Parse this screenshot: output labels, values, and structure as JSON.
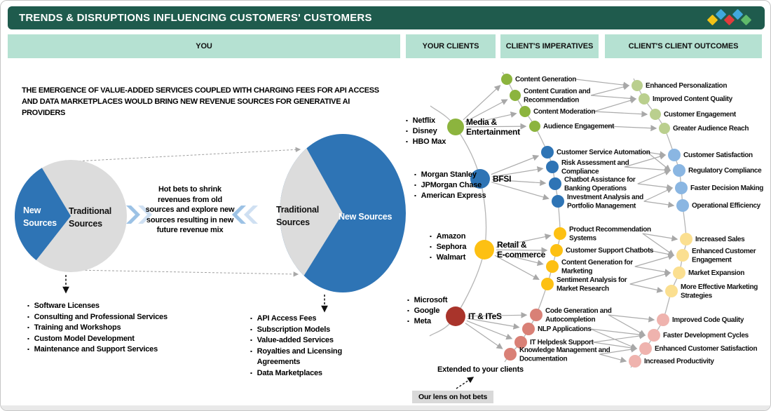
{
  "header": {
    "title": "TRENDS & DISRUPTIONS INFLUENCING CUSTOMERS' CUSTOMERS",
    "logo_colors": [
      "#f2c317",
      "#41a8dc",
      "#e23b3c",
      "#41a8dc",
      "#5fba6a"
    ]
  },
  "columns": [
    {
      "label": "YOU"
    },
    {
      "label": "YOUR CLIENTS"
    },
    {
      "label": "CLIENT'S IMPERATIVES"
    },
    {
      "label": "CLIENT'S CLIENT OUTCOMES"
    }
  ],
  "left_panel": {
    "headline": "THE EMERGENCE OF VALUE-ADDED SERVICES COUPLED WITH CHARGING FEES FOR API ACCESS AND DATA MARKETPLACES WOULD BRING NEW REVENUE SOURCES FOR GENERATIVE AI PROVIDERS",
    "pie_colors": {
      "new": "#2e74b5",
      "traditional": "#dcdcdc"
    },
    "pie_before": {
      "segments": [
        {
          "label": "New Sources",
          "share": 0.31
        },
        {
          "label": "Traditional Sources",
          "share": 0.69
        }
      ]
    },
    "pie_after": {
      "segments": [
        {
          "label": "New Sources",
          "share": 0.7
        },
        {
          "label": "Traditional Sources",
          "share": 0.3
        }
      ]
    },
    "transition_text": "Hot bets to shrink revenues from old sources and explore new sources resulting in new future revenue mix",
    "traditional_revenue_sources": [
      "Software Licenses",
      "Consulting and Professional Services",
      "Training and Workshops",
      "Custom Model Development",
      "Maintenance and Support Services"
    ],
    "new_revenue_sources": [
      "API Access Fees",
      "Subscription Models",
      "Value-added Services",
      "Royalties and Licensing Agreements",
      "Data Marketplaces"
    ]
  },
  "network": {
    "sectors": [
      {
        "name": "Media &\nEntertainment",
        "colors": {
          "main": "#8cb43e",
          "imperative": "#8cb43e",
          "outcome": "#bacf8e"
        },
        "clients": [
          "Netflix",
          "Disney",
          "HBO Max"
        ],
        "imperatives": [
          "Content Generation",
          "Content Curation and\nRecommendation",
          "Content Moderation",
          "Audience Engagement"
        ],
        "outcomes": [
          "Enhanced Personalization",
          "Improved Content Quality",
          "Customer Engagement",
          "Greater Audience Reach"
        ]
      },
      {
        "name": "BFSI",
        "colors": {
          "main": "#2e74b5",
          "imperative": "#2e74b5",
          "outcome": "#8ab6e2"
        },
        "clients": [
          "Morgan Stanley",
          "JPMorgan Chase",
          "American Express"
        ],
        "imperatives": [
          "Customer Service Automation",
          "Risk Assessment and\nCompliance",
          "Chatbot Assistance for\nBanking Operations",
          "Investment Analysis and\nPortfolio Management"
        ],
        "outcomes": [
          "Customer Satisfaction",
          "Regulatory Compliance",
          "Faster Decision Making",
          "Operational Efficiency"
        ]
      },
      {
        "name": "Retail &\nE-commerce",
        "colors": {
          "main": "#fdc013",
          "imperative": "#fdc013",
          "outcome": "#fbdf90"
        },
        "clients": [
          "Amazon",
          "Sephora",
          "Walmart"
        ],
        "imperatives": [
          "Product Recommendation\nSystems",
          "Customer Support Chatbots",
          "Content Generation for\nMarketing",
          "Sentiment Analysis for\nMarket Research"
        ],
        "outcomes": [
          "Increased Sales",
          "Enhanced Customer\nEngagement",
          "Market Expansion",
          "More Effective Marketing\nStrategies"
        ]
      },
      {
        "name": "IT & ITeS",
        "colors": {
          "main": "#a9342b",
          "imperative": "#d98076",
          "outcome": "#efb3ae"
        },
        "clients": [
          "Microsoft",
          "Google",
          "Meta"
        ],
        "imperatives": [
          "Code Generation and\nAutocompletion",
          "NLP Applications",
          "IT Helpdesk Support",
          "Knowledge Management and\nDocumentation"
        ],
        "outcomes": [
          "Improved Code Quality",
          "Faster Development Cycles",
          "Enhanced Customer Satisfaction",
          "Increased Productivity"
        ]
      }
    ],
    "annotations": {
      "extended": "Extended to your clients",
      "lens": "Our lens on hot bets"
    }
  }
}
